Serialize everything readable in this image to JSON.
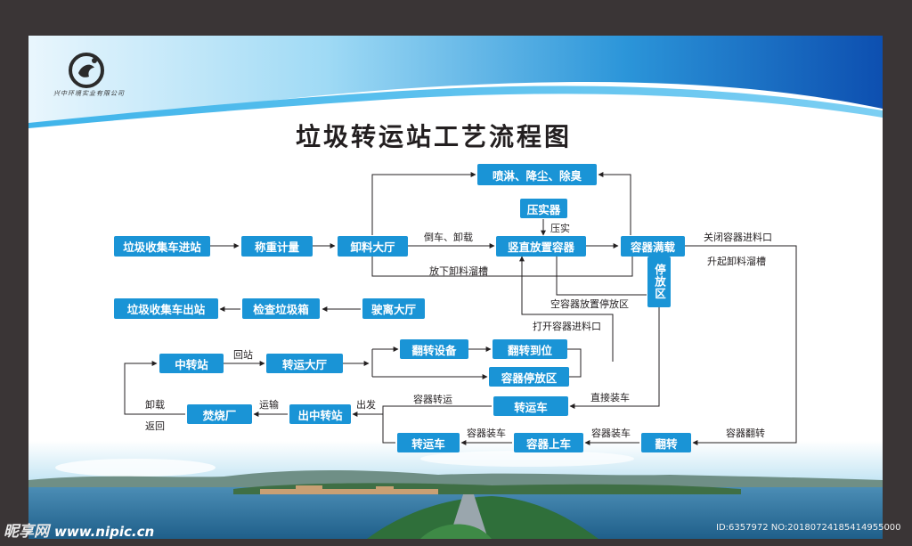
{
  "title": "垃圾转运站工艺流程图",
  "logo": {
    "caption": "兴中环境实业有限公司"
  },
  "colors": {
    "node_fill": "#1a94d6",
    "node_text": "#ffffff",
    "line": "#231f20",
    "frame": "#3a3536"
  },
  "nodes": {
    "spray": "喷淋、降尘、除臭",
    "compactor": "压实器",
    "truck_enter": "垃圾收集车进站",
    "weigh": "称重计量",
    "unload_hall": "卸料大厅",
    "vertical_container": "竖直放置容器",
    "container_full": "容器满载",
    "parking_area": "停放区",
    "truck_exit": "垃圾收集车出站",
    "inspect_box": "检查垃圾箱",
    "leave_hall": "驶离大厅",
    "transfer_station": "中转站",
    "transfer_hall": "转运大厅",
    "flip_device": "翻转设备",
    "flip_in_place": "翻转到位",
    "container_parking": "容器停放区",
    "transport_truck_1": "转运车",
    "incinerator": "焚烧厂",
    "out_transfer_station": "出中转站",
    "transport_truck_2": "转运车",
    "container_loading": "容器上车",
    "flip": "翻转"
  },
  "labels": {
    "dump": "倒车、卸载",
    "press": "压实",
    "lower_chute": "放下卸料溜槽",
    "close_inlet": "关闭容器进料口",
    "raise_chute": "升起卸料溜槽",
    "empty_container": "空容器放置停放区",
    "open_inlet": "打开容器进料口",
    "return_station": "回站",
    "container_transport": "容器转运",
    "direct_load": "直接装车",
    "depart": "出发",
    "transport": "运输",
    "unload": "卸载",
    "return": "返回",
    "container_load_1": "容器装车",
    "container_load_2": "容器装车",
    "container_flip": "容器翻转"
  },
  "footer": {
    "site_name": "昵享网",
    "url": "www.nipic.cn",
    "id_text": "ID:6357972 NO:20180724185414955000"
  }
}
